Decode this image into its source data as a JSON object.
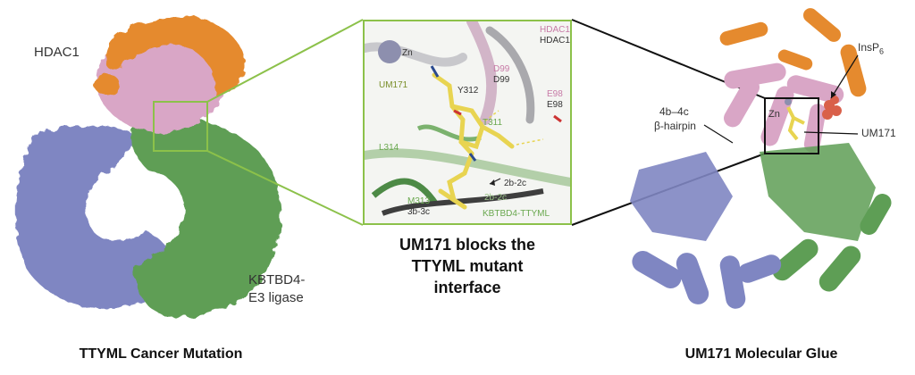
{
  "left": {
    "labels": {
      "hdac1": "HDAC1",
      "kbtbd4_line1": "KBTBD4-",
      "kbtbd4_line2": "E3 ligase"
    },
    "caption": "TTYML Cancer Mutation"
  },
  "center": {
    "labels": {
      "zn": "Zn",
      "um171": "UM171",
      "hdac1_pink": "HDAC1",
      "hdac1_gray": "HDAC1",
      "y312": "Y312",
      "d99_pink": "D99",
      "d99_gray": "D99",
      "e98_pink": "E98",
      "e98_gray": "E98",
      "t311": "T311",
      "l314": "L314",
      "ring_2b2c_a": "2b-2c",
      "ring_2b2c_b": "2b-2c",
      "m313": "M313",
      "ring_3b3c": "3b-3c",
      "kbtbd4_ttyml": "KBTBD4-TTYML"
    },
    "caption_lines": [
      "UM171 blocks the",
      "TTYML mutant",
      "interface"
    ]
  },
  "right": {
    "labels": {
      "insp6": "InsP",
      "insp6_sub": "6",
      "zn": "Zn",
      "hairpin_line1": "4b–4c",
      "hairpin_line2": "β-hairpin",
      "um171": "UM171"
    },
    "caption": "UM171 Molecular Glue"
  },
  "colors": {
    "hdac1_pink": "#d9a6c6",
    "hdac1_orange": "#e58a2e",
    "kbtbd4_green": "#5e9e55",
    "kbtbd4_blue": "#7f86c2",
    "um171_yellow": "#e8d451",
    "inset_border": "#8cc14a",
    "pink_text": "#c77aa6",
    "green_text": "#6aa84f"
  }
}
